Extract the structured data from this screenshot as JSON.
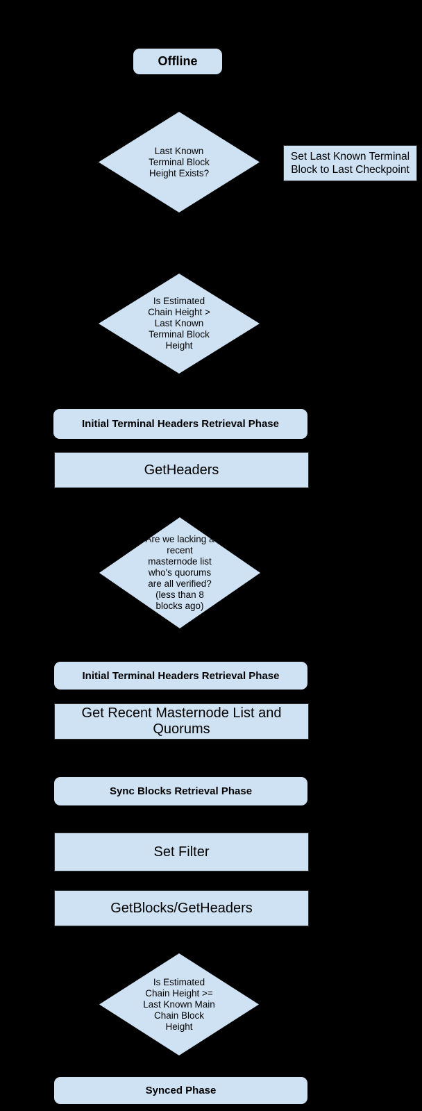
{
  "colors": {
    "background": "#000000",
    "node_fill": "#cfe2f3",
    "node_border": "#333333",
    "text": "#000000"
  },
  "flowchart": {
    "offline": {
      "label": "Offline"
    },
    "decision_terminal_exists": {
      "lines": [
        "Last Known",
        "Terminal Block",
        "Height Exists?"
      ]
    },
    "set_checkpoint": {
      "lines": [
        "Set Last Known Terminal",
        "Block to Last Checkpoint"
      ]
    },
    "decision_estimated_gt_terminal": {
      "lines": [
        "Is Estimated",
        "Chain Height >",
        "Last Known",
        "Terminal Block",
        "Height"
      ]
    },
    "phase_initial_terminal_1": {
      "label": "Initial Terminal Headers Retrieval Phase"
    },
    "get_headers": {
      "label": "GetHeaders"
    },
    "decision_masternode_list": {
      "lines": [
        "Are we lacking a",
        "recent",
        "masternode list",
        "who's quorums",
        "are all verified?",
        "(less than 8",
        "blocks ago)"
      ]
    },
    "phase_initial_terminal_2": {
      "label": "Initial Terminal Headers Retrieval Phase"
    },
    "get_recent_masternode": {
      "label": "Get Recent Masternode List and Quorums"
    },
    "phase_sync_blocks": {
      "label": "Sync Blocks Retrieval Phase"
    },
    "set_filter": {
      "label": "Set Filter"
    },
    "get_blocks": {
      "label": "GetBlocks/GetHeaders"
    },
    "decision_estimated_ge_main": {
      "lines": [
        "Is Estimated",
        "Chain Height >=",
        "Last Known Main",
        "Chain Block",
        "Height"
      ]
    },
    "synced_phase": {
      "label": "Synced Phase"
    }
  }
}
